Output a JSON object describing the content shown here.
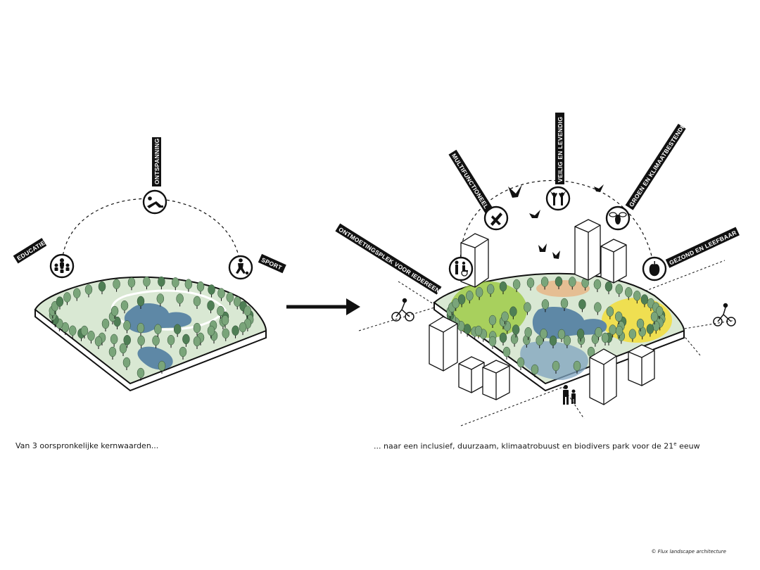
{
  "left_diagram": {
    "labels": {
      "educatie": "EDUCATIE",
      "ontspanning": "ONTSPANNING",
      "sport": "SPORT"
    },
    "icons": [
      "people-group-icon",
      "person-relaxing-icon",
      "soccer-player-icon"
    ],
    "caption": "Van 3 oorspronkelijke kernwaarden..."
  },
  "right_diagram": {
    "labels": {
      "ontmoetingsplek": "ONTMOETINGSPLEK VOOR IEDEREEN",
      "multifunctioneel": "MULTIFUNCTIONEEL",
      "veilig": "VEILIG EN LEVENDIG",
      "groen": "GROEN EN KLIMAATBESTENDIG",
      "gezond": "GEZOND EN LEEFBAAR"
    },
    "icons": [
      "wheelchair-people-icon",
      "multitool-icon",
      "cheering-people-icon",
      "bee-icon",
      "apple-icon"
    ],
    "caption_prefix": "... naar een inclusief, duurzaam, klimaatrobuust en biodivers park voor de 21",
    "caption_sup": "e",
    "caption_suffix": " eeuw"
  },
  "credit": "© Flux landscape architecture",
  "colors": {
    "tree": "#7aa57a",
    "tree_dark": "#4f7f55",
    "park_ground": "#d9e8d3",
    "water": "#5e88a6",
    "green_zone": "#9fcb48",
    "yellow_zone": "#f2dd3a",
    "orange_zone": "#e6b98c",
    "building": "#ffffff"
  }
}
